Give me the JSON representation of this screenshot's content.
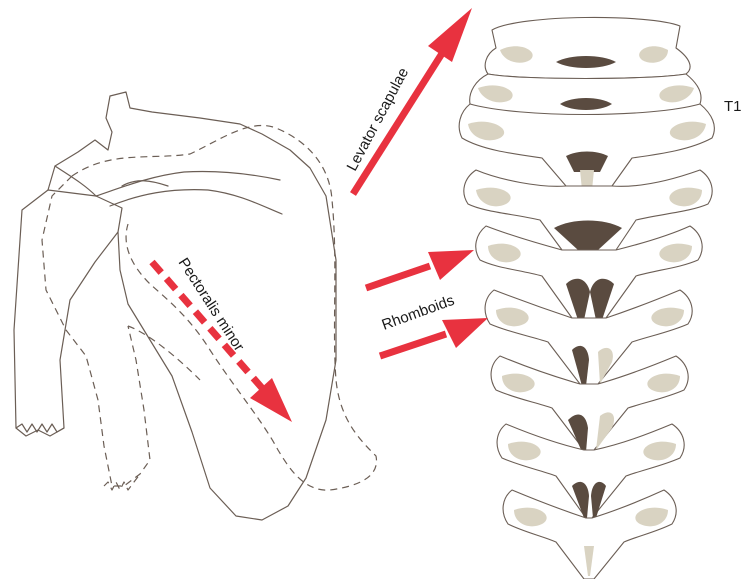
{
  "labels": {
    "levator": "Levator scapulae",
    "pectoralis": "Pectoralis minor",
    "rhomboids": "Rhomboids",
    "t1": "T1"
  },
  "colors": {
    "arrow": "#e8323f",
    "outline": "#6b5e55",
    "bone_shade": "#d9d3c2",
    "bone_dark": "#5a4b40"
  }
}
